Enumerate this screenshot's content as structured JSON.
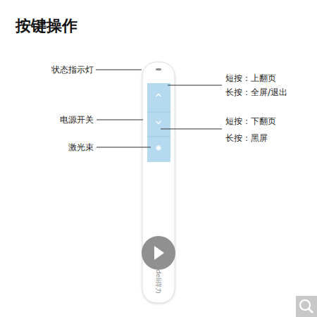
{
  "diagram": {
    "title": "按键操作",
    "labels": [
      "状态指示灯",
      "电源开关",
      "激光束",
      "短按：上翻页",
      "长按：全屏/退出",
      "短按：下翻页",
      "长按：黑屏",
      "deli得力"
    ]
  }
}
